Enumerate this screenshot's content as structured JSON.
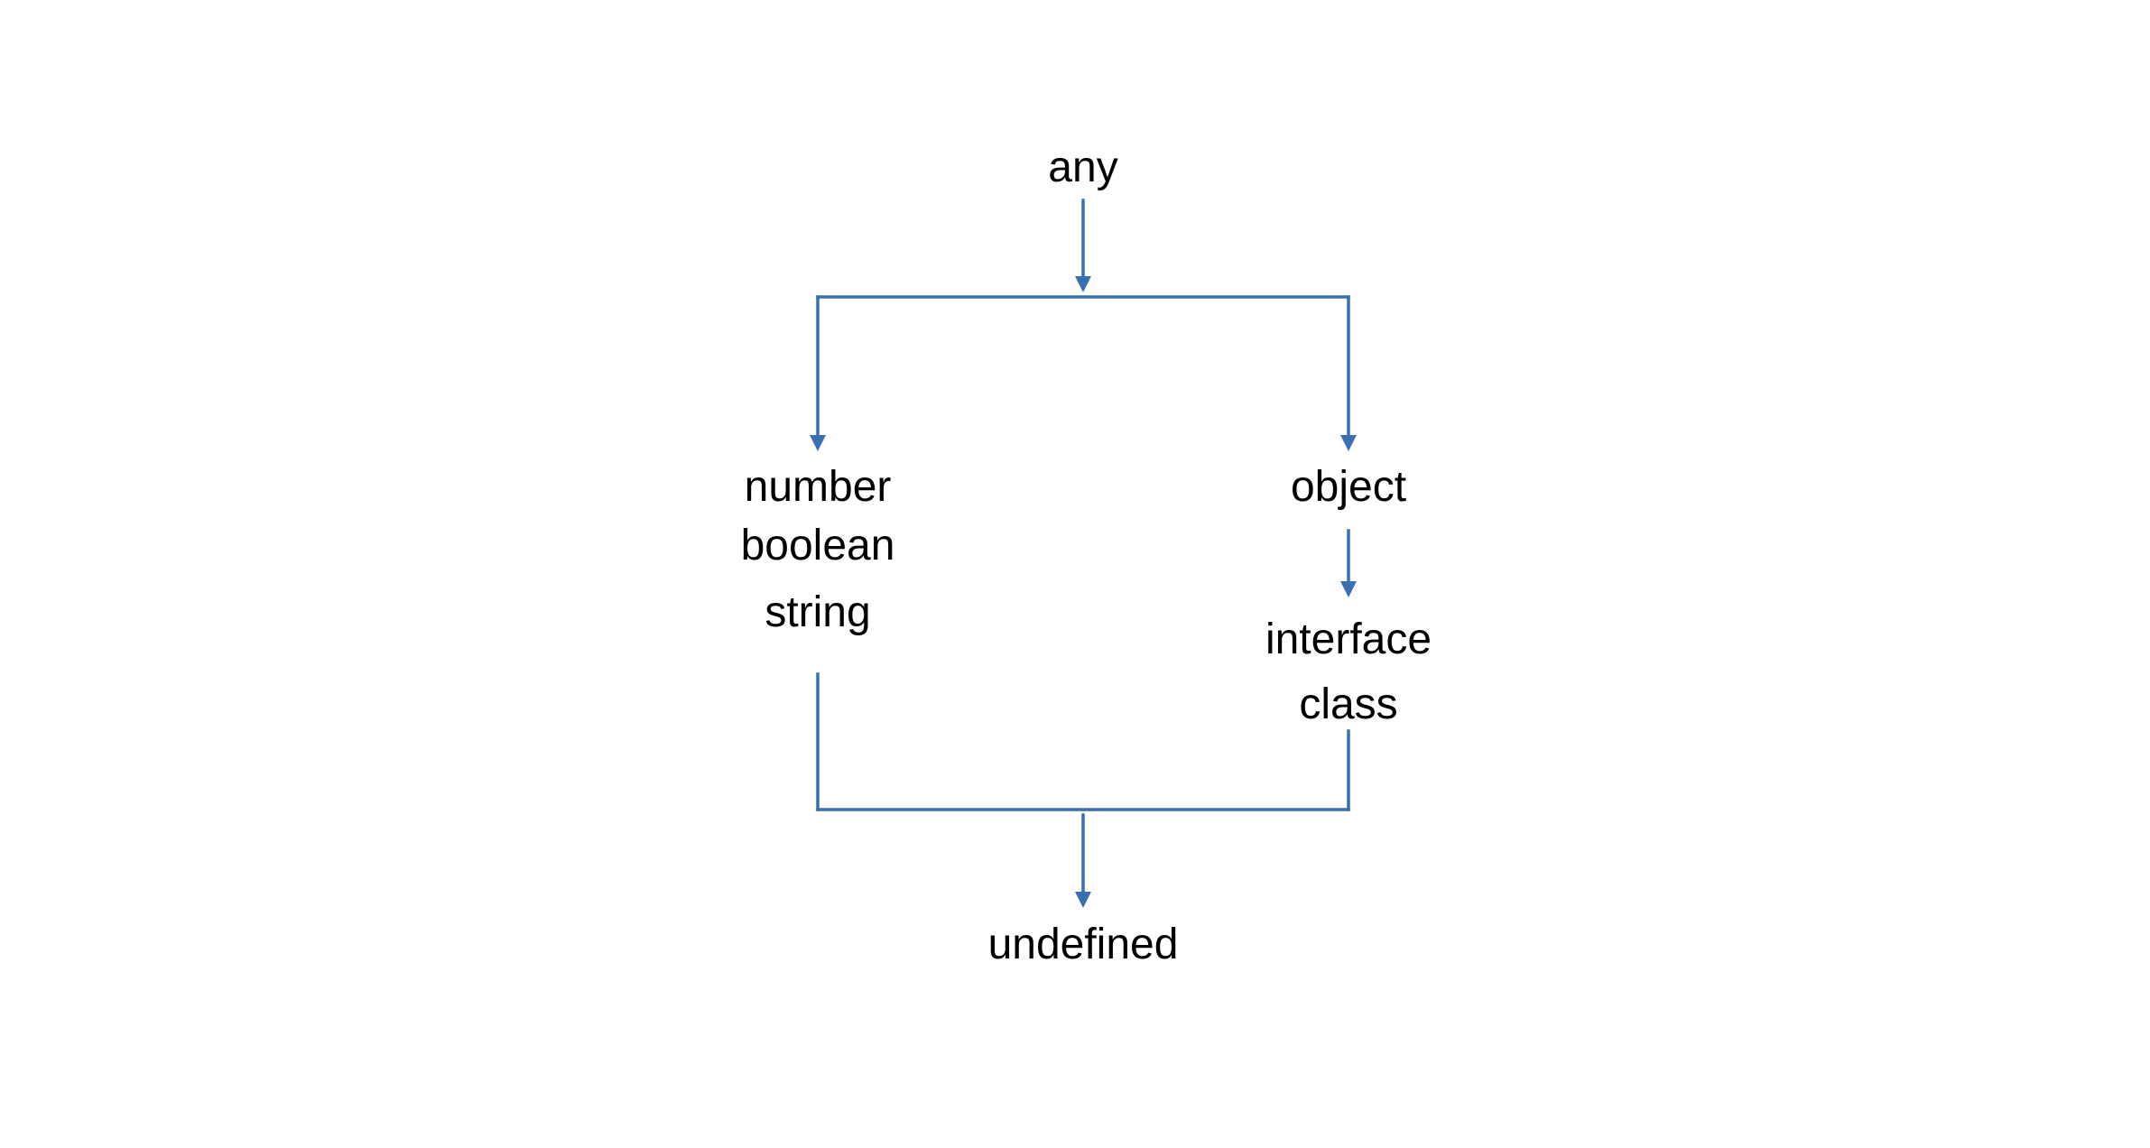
{
  "diagram": {
    "colors": {
      "background": "#ffffff",
      "text": "#000000",
      "edge": "#3a70b3"
    },
    "nodes": {
      "any": "any",
      "primitives": [
        "number",
        "boolean",
        "string"
      ],
      "object": "object",
      "object_subtypes": [
        "interface",
        "class"
      ],
      "undefined": "undefined"
    },
    "edges": [
      {
        "from": "any",
        "to": "primitives",
        "arrow": true
      },
      {
        "from": "any",
        "to": "object",
        "arrow": true
      },
      {
        "from": "object",
        "to": "object_subtypes",
        "arrow": true
      },
      {
        "from": "primitives",
        "to": "undefined",
        "arrow": true
      },
      {
        "from": "object_subtypes",
        "to": "undefined",
        "arrow": true
      }
    ]
  }
}
